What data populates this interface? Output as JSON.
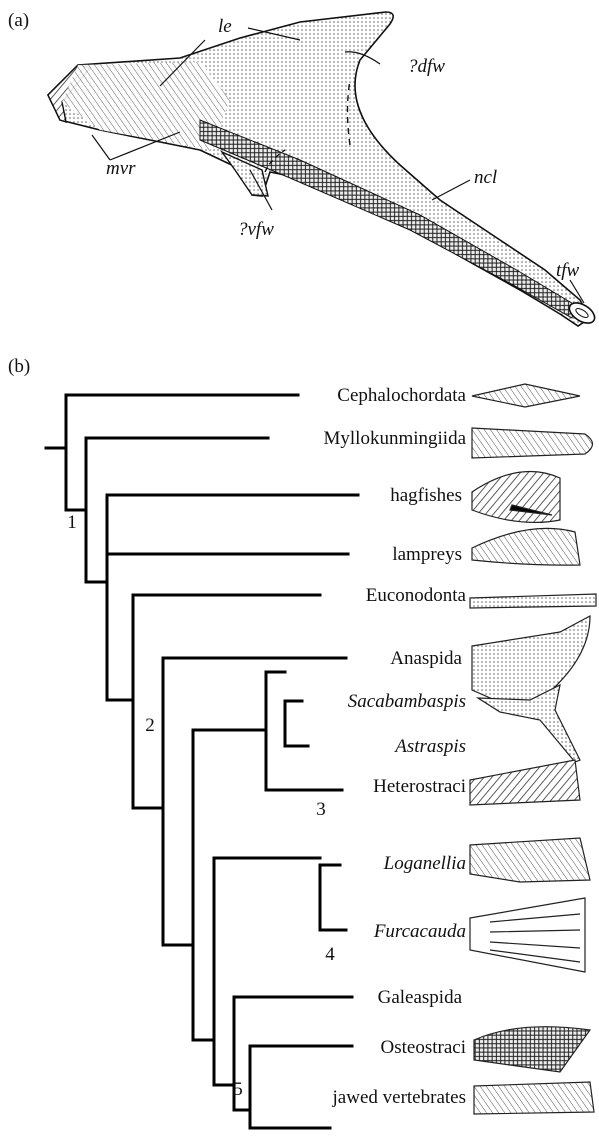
{
  "panel_a": {
    "panel_label": "(a)",
    "labels": {
      "le": "le",
      "dfw": "?dfw",
      "mvr": "mvr",
      "vfw": "?vfw",
      "ncl": "ncl",
      "tfw": "tfw"
    }
  },
  "panel_b": {
    "panel_label": "(b)",
    "taxa": [
      {
        "name": "Cephalochordata",
        "italic": false
      },
      {
        "name": "Myllokunmingiida",
        "italic": false
      },
      {
        "name": "hagfishes",
        "italic": false
      },
      {
        "name": "lampreys",
        "italic": false
      },
      {
        "name": "Euconodonta",
        "italic": false
      },
      {
        "name": "Anaspida",
        "italic": false
      },
      {
        "name": "Sacabambaspis",
        "italic": true
      },
      {
        "name": "Astraspis",
        "italic": true
      },
      {
        "name": "Heterostraci",
        "italic": false
      },
      {
        "name": "Loganellia",
        "italic": true
      },
      {
        "name": "Furcacauda",
        "italic": true
      },
      {
        "name": "Galeaspida",
        "italic": false
      },
      {
        "name": "Osteostraci",
        "italic": false
      },
      {
        "name": "jawed vertebrates",
        "italic": false
      }
    ],
    "node_numbers": [
      "1",
      "2",
      "3",
      "4",
      "5"
    ]
  }
}
